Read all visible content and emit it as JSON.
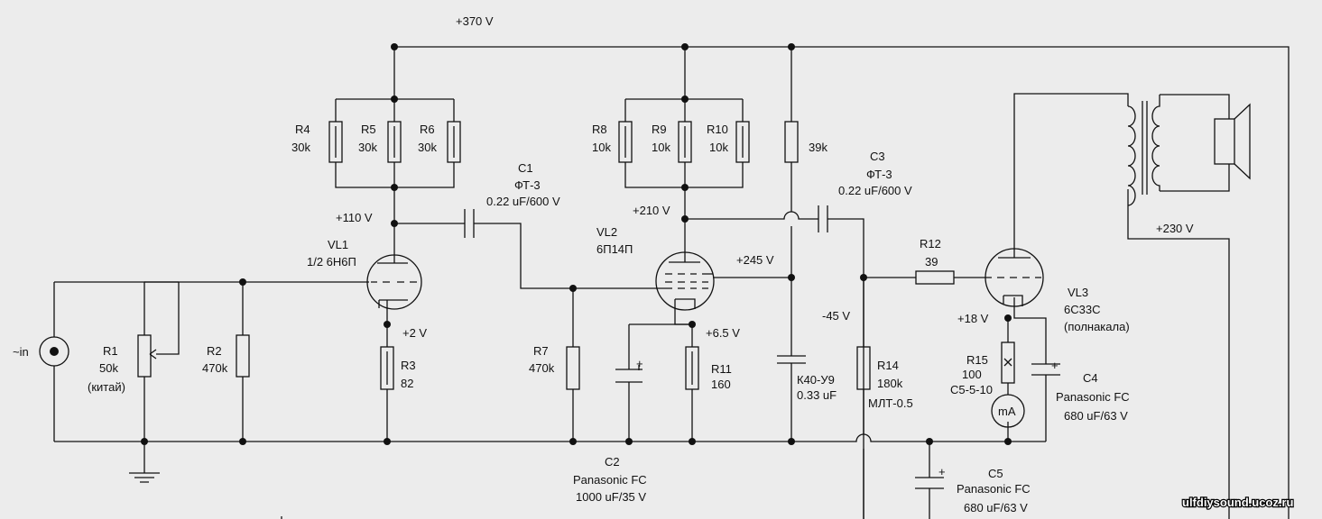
{
  "rails": {
    "b_plus": "+370 V",
    "vl1_anode": "+110 V",
    "vl1_cathode": "+2 V",
    "vl2_anode": "+210 V",
    "vl2_screen": "+245 V",
    "vl2_cathode": "+6.5 V",
    "bias": "-45 V",
    "vl3_cathode": "+18 V",
    "vl3_anode": "+230 V"
  },
  "input": {
    "label": "~in"
  },
  "tubes": {
    "vl1": {
      "name": "VL1",
      "type": "1/2 6Н6П"
    },
    "vl2": {
      "name": "VL2",
      "type": "6П14П"
    },
    "vl3": {
      "name": "VL3",
      "type": "6С33С",
      "note": "(полнакала)"
    }
  },
  "resistors": {
    "r1": {
      "name": "R1",
      "value": "50k",
      "note": "(китай)"
    },
    "r2": {
      "name": "R2",
      "value": "470k"
    },
    "r3": {
      "name": "R3",
      "value": "82"
    },
    "r4": {
      "name": "R4",
      "value": "30k"
    },
    "r5": {
      "name": "R5",
      "value": "30k"
    },
    "r6": {
      "name": "R6",
      "value": "30k"
    },
    "r7": {
      "name": "R7",
      "value": "470k"
    },
    "r8": {
      "name": "R8",
      "value": "10k"
    },
    "r9": {
      "name": "R9",
      "value": "10k"
    },
    "r10": {
      "name": "R10",
      "value": "10k"
    },
    "r11": {
      "name": "R11",
      "value": "160"
    },
    "r12": {
      "name": "R12",
      "value": "39"
    },
    "r14": {
      "name": "R14",
      "value": "180k",
      "type": "МЛТ-0.5"
    },
    "r15": {
      "name": "R15",
      "value": "100",
      "type": "С5-5-10"
    },
    "r39k": {
      "value": "39k"
    }
  },
  "capacitors": {
    "c1": {
      "name": "C1",
      "type": "ФТ-3",
      "value": "0.22 uF/600 V"
    },
    "c2": {
      "name": "C2",
      "type": "Panasonic FC",
      "value": "1000 uF/35 V"
    },
    "c3": {
      "name": "C3",
      "type": "ФТ-3",
      "value": "0.22 uF/600 V"
    },
    "c4": {
      "name": "C4",
      "type": "Panasonic FC",
      "value": "680 uF/63 V"
    },
    "c5": {
      "name": "C5",
      "type": "Panasonic FC",
      "value": "680 uF/63 V"
    },
    "ck40": {
      "type": "К40-У9",
      "value": "0.33 uF"
    }
  },
  "meter": {
    "label": "mA"
  },
  "watermark": {
    "text": "ulfdiysound.ucoz.ru"
  }
}
